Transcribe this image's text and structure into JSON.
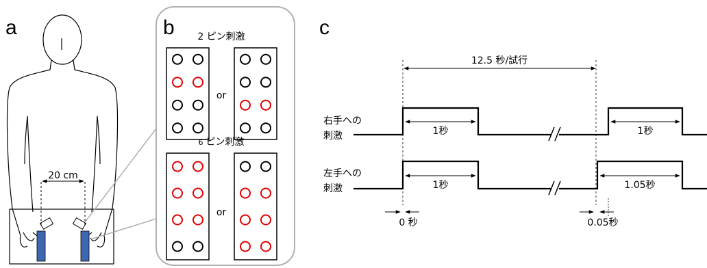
{
  "panel_a": {
    "letter": "a",
    "distance_label": "20 cm",
    "accent_color": "#3e67b1"
  },
  "panel_b": {
    "letter": "b",
    "two_pin_title": "2 ピン刺激",
    "six_pin_title_num": "6",
    "six_pin_title_rest": "ピン刺激",
    "or_label": "or",
    "active_color": "#e00000",
    "inactive_color": "#000000",
    "two_pin_patterns": [
      [
        [
          0,
          0
        ],
        [
          1,
          1
        ],
        [
          0,
          0
        ],
        [
          0,
          0
        ]
      ],
      [
        [
          0,
          0
        ],
        [
          0,
          0
        ],
        [
          1,
          1
        ],
        [
          0,
          0
        ]
      ]
    ],
    "six_pin_patterns": [
      [
        [
          1,
          1
        ],
        [
          1,
          1
        ],
        [
          1,
          1
        ],
        [
          0,
          0
        ]
      ],
      [
        [
          0,
          0
        ],
        [
          1,
          1
        ],
        [
          1,
          1
        ],
        [
          1,
          1
        ]
      ]
    ]
  },
  "panel_c": {
    "letter": "c",
    "trial_label": "12.5 秒/試行",
    "right_hand_line1": "右手への",
    "right_hand_line2": "刺激",
    "left_hand_line1": "左手への",
    "left_hand_line2": "刺激",
    "pulse_label_1s": "1秒",
    "pulse_label_105s": "1.05秒",
    "offset_0": "0 秒",
    "offset_005": "0.05秒"
  }
}
